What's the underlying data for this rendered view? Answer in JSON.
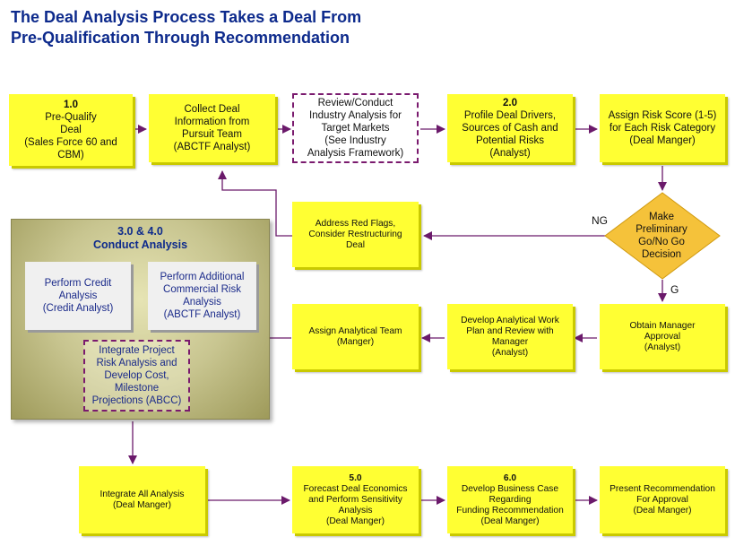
{
  "title": {
    "line1": "The Deal Analysis Process Takes a Deal From",
    "line2": "Pre-Qualification Through Recommendation"
  },
  "colors": {
    "box": "#ffff33",
    "title": "#0d2a8c",
    "arrow": "#6b1a6b",
    "dashed_border": "#7a1a6e"
  },
  "row1": [
    {
      "num": "1.0",
      "lines": [
        "Pre-Qualify",
        "Deal",
        "(Sales Force 60 and",
        "CBM)"
      ]
    },
    {
      "lines": [
        "Collect Deal",
        "Information from",
        "Pursuit Team",
        "(ABCTF Analyst)"
      ]
    },
    {
      "lines": [
        "Review/Conduct",
        "Industry Analysis for",
        "Target Markets",
        "(See Industry",
        "Analysis Framework)"
      ]
    },
    {
      "num": "2.0",
      "lines": [
        "Profile Deal Drivers,",
        "Sources of Cash and",
        "Potential Risks",
        "(Analyst)"
      ]
    },
    {
      "lines": [
        "Assign Risk Score (1-5)",
        "for Each Risk Category",
        "(Deal Manger)"
      ]
    }
  ],
  "redflags": {
    "lines": [
      "Address Red Flags,",
      "Consider Restructuring",
      "Deal"
    ]
  },
  "decision": {
    "lines": [
      "Make",
      "Preliminary",
      "Go/No Go",
      "Decision"
    ],
    "ng": "NG",
    "g": "G"
  },
  "panel": {
    "title1": "3.0 & 4.0",
    "title2": "Conduct Analysis",
    "credit": [
      "Perform Credit",
      "Analysis",
      "(Credit Analyst)"
    ],
    "commercial": [
      "Perform Additional",
      "Commercial Risk",
      "Analysis",
      "(ABCTF Analyst)"
    ],
    "integrate": [
      "Integrate Project",
      "Risk Analysis and",
      "Develop Cost,",
      "Milestone",
      "Projections (ABCC)"
    ]
  },
  "row3": [
    {
      "lines": [
        "Assign Analytical Team",
        "(Manger)"
      ]
    },
    {
      "lines": [
        "Develop Analytical Work",
        "Plan and Review with",
        "Manager",
        "(Analyst)"
      ]
    },
    {
      "lines": [
        "Obtain Manager",
        "Approval",
        "(Analyst)"
      ]
    }
  ],
  "row4": [
    {
      "lines": [
        "Integrate All Analysis",
        "(Deal Manger)"
      ]
    },
    {
      "num": "5.0",
      "lines": [
        "Forecast Deal Economics",
        "and Perform Sensitivity",
        "Analysis",
        "(Deal Manger)"
      ]
    },
    {
      "num": "6.0",
      "lines": [
        "Develop Business Case",
        "Regarding",
        "Funding Recommendation",
        "(Deal Manger)"
      ]
    },
    {
      "lines": [
        "Present Recommendation",
        "For Approval",
        "(Deal Manger)"
      ]
    }
  ]
}
